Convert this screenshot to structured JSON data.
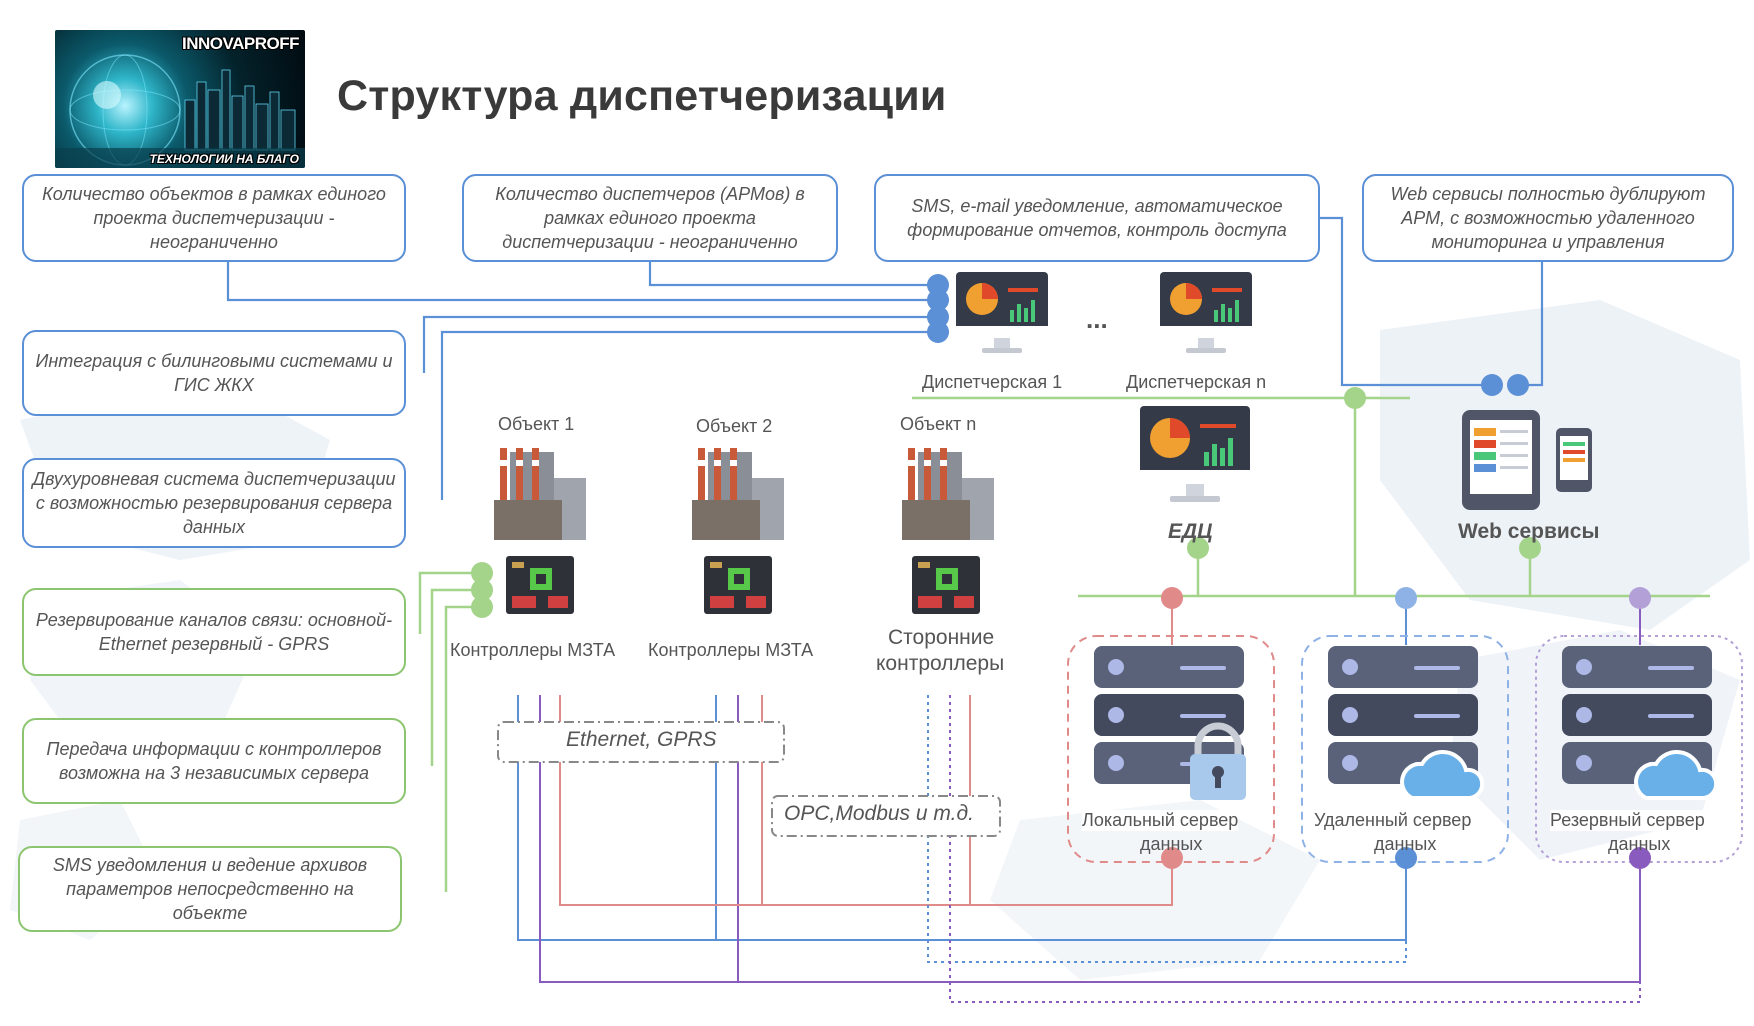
{
  "header": {
    "title": "Структура диспетчеризации",
    "logo_brand": "INNOVAPROFF",
    "logo_slogan": "ТЕХНОЛОГИИ НА БЛАГО"
  },
  "callouts": {
    "objects_count": "Количество объектов в рамках единого проекта диспетчеризации - неограниченно",
    "dispatchers_count": "Количество диспетчеров (АРМов) в рамках единого проекта диспетчеризации - неограниченно",
    "notifications": "SMS, e-mail уведомление, автоматическое формирование отчетов, контроль доступа",
    "web_services_note": "Web сервисы полностью дублируют АРМ, с возможностью удаленного мониторинга и управления",
    "billing_integration": "Интеграция с билинговыми системами и ГИС ЖКХ",
    "two_level": "Двухуровневая система диспетчеризации с возможностью резервирования сервера данных",
    "channel_redundancy": "Резервирование каналов связи: основной- Ethernet резервный - GPRS",
    "three_servers": "Передача информации с контроллеров возможна на 3 независимых сервера",
    "sms_archive": "SMS уведомления и ведение архивов параметров непосредственно на объекте"
  },
  "dispatch": {
    "dispatch_1": "Диспетчерская 1",
    "dispatch_n": "Диспетчерская n",
    "ellipsis": "...",
    "edc": "ЕДЦ",
    "web": "Web сервисы"
  },
  "objects": {
    "object_1": "Объект 1",
    "object_2": "Объект 2",
    "object_n": "Объект n",
    "ctrl_1": "Контроллеры МЗТА",
    "ctrl_2": "Контроллеры МЗТА",
    "ctrl_n_line1": "Сторонние",
    "ctrl_n_line2": "контроллеры"
  },
  "links": {
    "ethernet_gprs": "Ethernet, GPRS",
    "opc_modbus": "OPC,Modbus и т.д."
  },
  "servers": {
    "local_line1": "Локальный сервер",
    "local_line2": "данных",
    "remote_line1": "Удаленный сервер",
    "remote_line2": "данных",
    "backup_line1": "Резервный сервер",
    "backup_line2": "данных"
  },
  "colors": {
    "blue_line": "#5b8fd6",
    "green_line": "#a4d38a",
    "local_server": "#e08a8a",
    "remote_server": "#5b8fd6",
    "backup_server": "#8a5bbf",
    "server_body": "#434a5e"
  }
}
